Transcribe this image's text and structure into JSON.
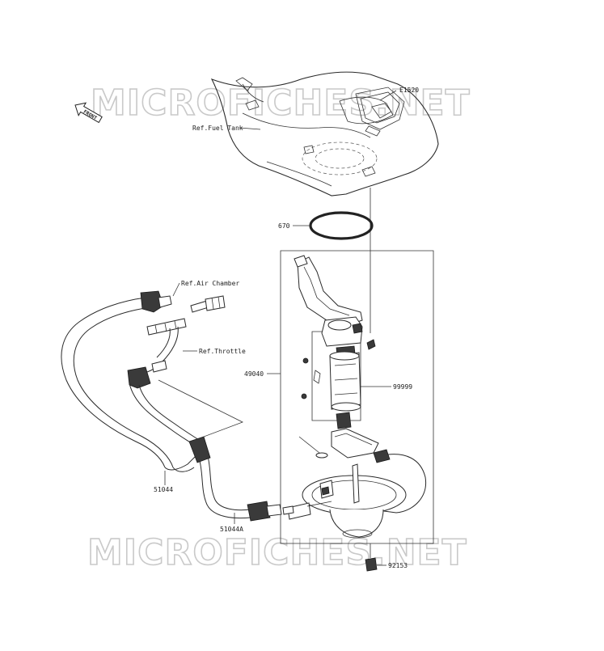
{
  "watermark": {
    "top_text": "MICROFICHES.NET",
    "bottom_text": "MICROFICHES.NET",
    "color": "#c9c9c9"
  },
  "front_arrow": {
    "label": "FRONT"
  },
  "labels": {
    "diagram_code": "E1520",
    "ref_fuel_tank": "Ref.Fuel Tank",
    "part_670": "670",
    "ref_air_chamber": "Ref.Air Chamber",
    "ref_throttle": "Ref.Throttle",
    "part_49040": "49040",
    "part_99999": "99999",
    "part_51044": "51044",
    "part_51044a": "51044A",
    "part_92153": "92153"
  },
  "colors": {
    "line": "#2a2a2a",
    "background": "#ffffff"
  }
}
